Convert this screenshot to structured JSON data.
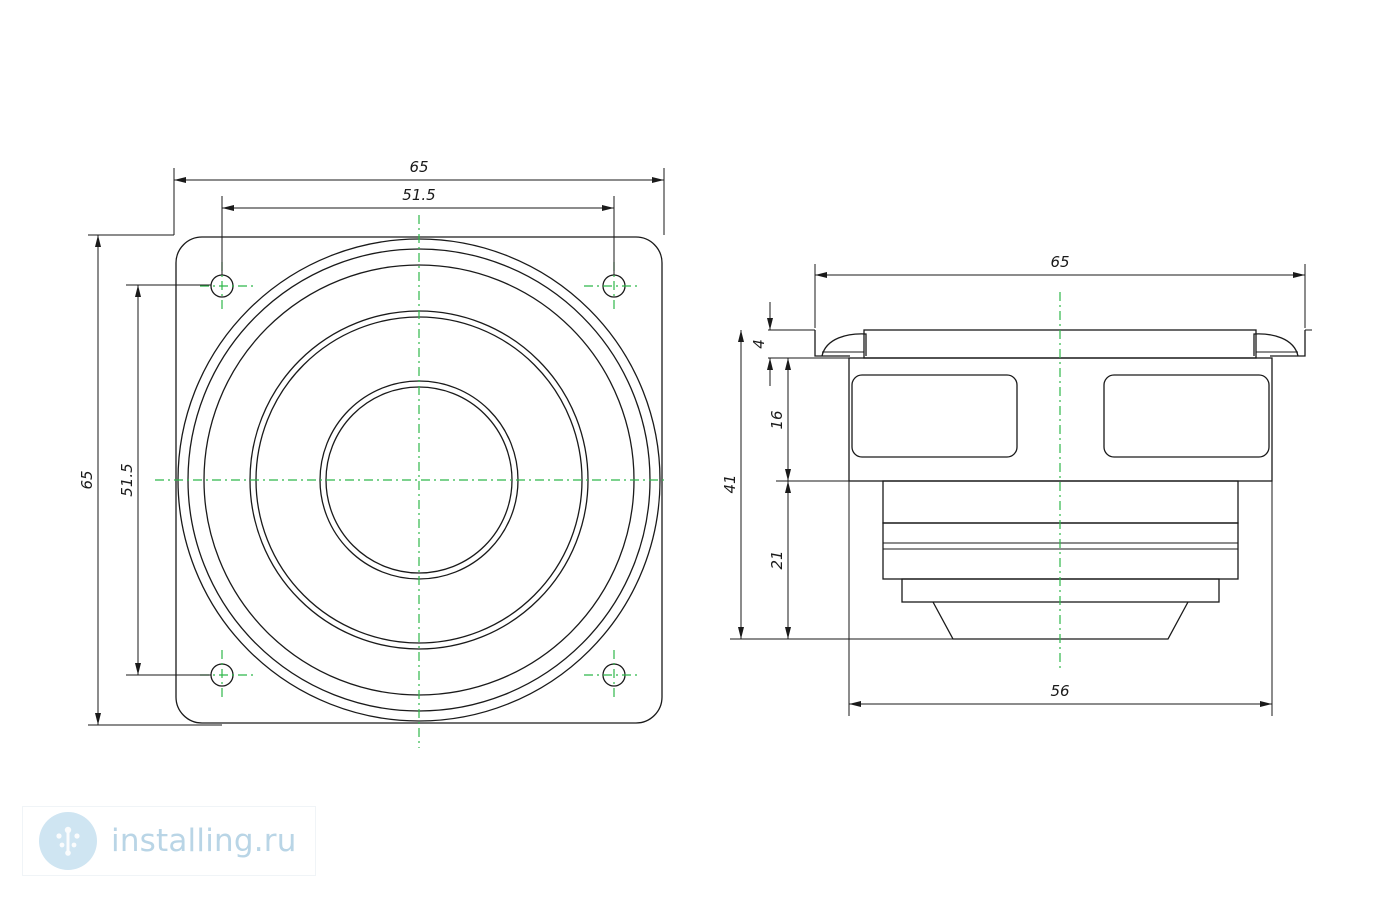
{
  "front_view": {
    "dim_overall_width": "65",
    "dim_hole_spacing_x": "51.5",
    "dim_overall_height": "65",
    "dim_hole_spacing_y": "51.5"
  },
  "side_view": {
    "dim_overall_width": "65",
    "dim_flange_thickness": "4",
    "dim_frame_depth": "16",
    "dim_total_depth": "41",
    "dim_magnet_depth": "21",
    "dim_frame_width": "56"
  },
  "watermark": {
    "logo": "installing-logo",
    "text": "installing.ru"
  },
  "colors": {
    "line": "#1a1a1a",
    "centerline": "#2fb84a",
    "watermark": "#b9d5e6"
  }
}
